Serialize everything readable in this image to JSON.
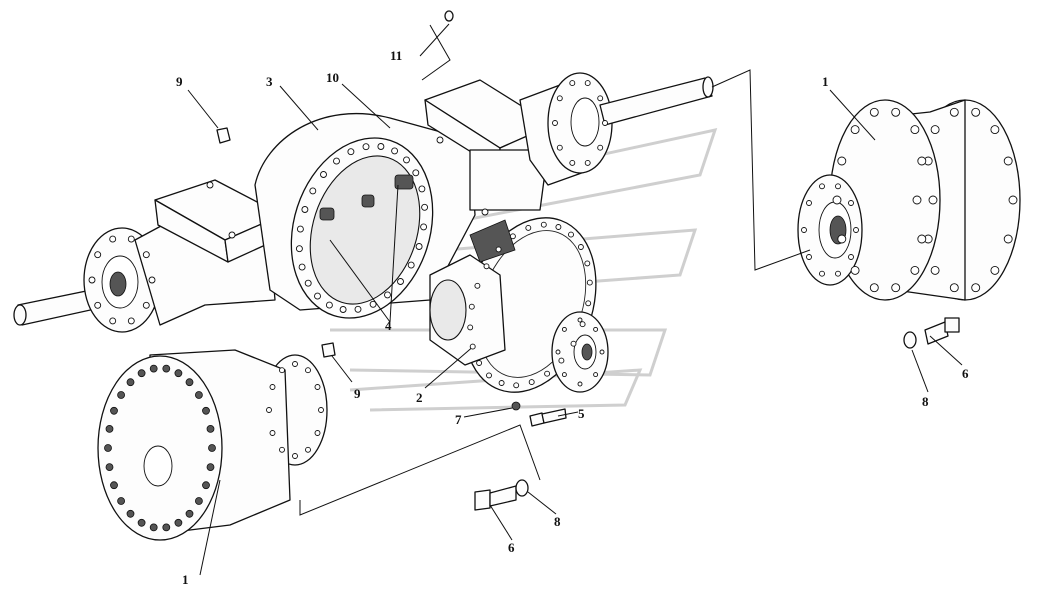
{
  "callouts": {
    "c1_right": "1",
    "c1_left": "1",
    "c2": "2",
    "c3": "3",
    "c4": "4",
    "c5": "5",
    "c6_right": "6",
    "c6_bottom": "6",
    "c7": "7",
    "c8_right": "8",
    "c8_bottom": "8",
    "c9_left": "9",
    "c9_center": "9",
    "c10": "10",
    "c11": "11"
  }
}
